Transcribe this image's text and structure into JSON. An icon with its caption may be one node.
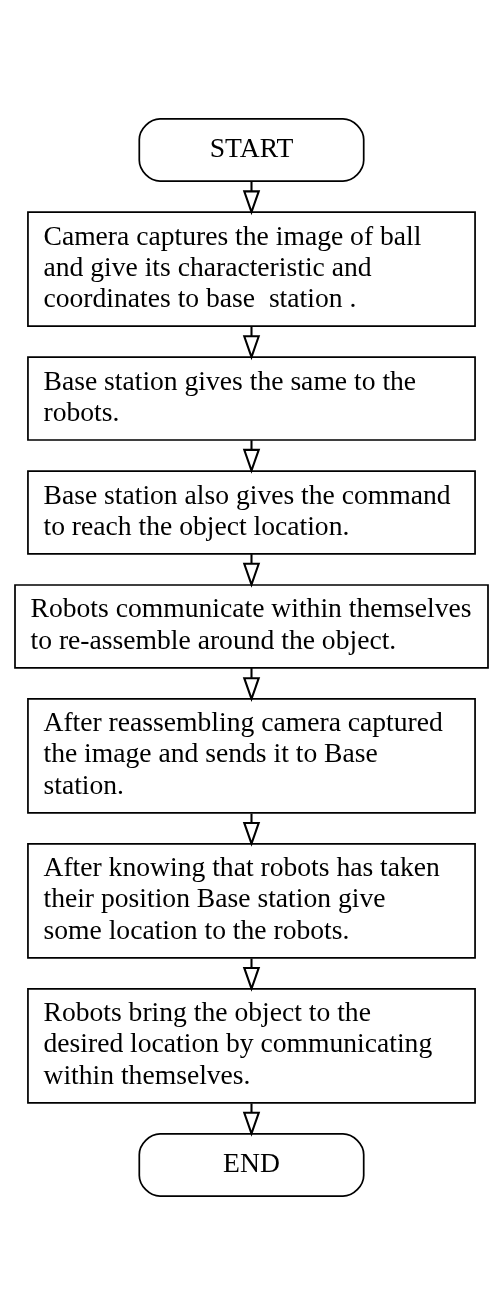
{
  "diagram": {
    "nodes": [
      {
        "text": [
          "START"
        ]
      },
      {
        "text": [
          "Camera captures the image of ball and give its characteristic and coordinates to base  station ."
        ]
      },
      {
        "text": [
          "Base station gives the same to the robots."
        ]
      },
      {
        "text": [
          "Base station also gives the command to reach the object location."
        ]
      },
      {
        "text": [
          "Robots communicate within themselves to re-assemble around the object."
        ]
      },
      {
        "text": [
          "After reassembling camera captured the image and sends it to Base station."
        ]
      },
      {
        "text": [
          "After knowing that robots has taken their position Base station give some location to the robots."
        ]
      },
      {
        "text": [
          "Robots bring the object to the desired location by communicating within themselves."
        ]
      },
      {
        "text": [
          "END"
        ]
      }
    ],
    "edges": [
      {
        "from": 0,
        "to": 1,
        "arrow": "to"
      },
      {
        "from": 1,
        "to": 2,
        "arrow": "to"
      },
      {
        "from": 2,
        "to": 3,
        "arrow": "to"
      },
      {
        "from": 3,
        "to": 4,
        "arrow": "to"
      },
      {
        "from": 4,
        "to": 5,
        "arrow": "to"
      },
      {
        "from": 5,
        "to": 6,
        "arrow": "to"
      },
      {
        "from": 6,
        "to": 7,
        "arrow": "to"
      },
      {
        "from": 7,
        "to": 8,
        "arrow": "to"
      }
    ]
  }
}
